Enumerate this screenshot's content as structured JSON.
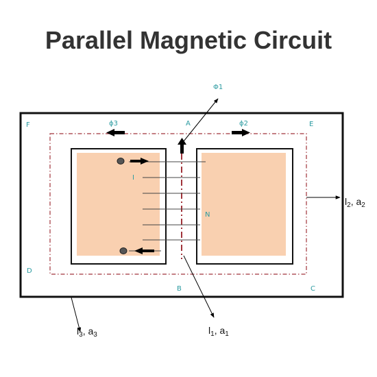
{
  "title": "Parallel Magnetic Circuit",
  "colors": {
    "frame": "#111111",
    "flux_path": "#a0333a",
    "window_fill": "#f9d0b0",
    "point_label": "#2a9aa0",
    "arrow": "#000000",
    "title": "#333333"
  },
  "points": {
    "A": "A",
    "B": "B",
    "C": "C",
    "D": "D",
    "E": "E",
    "F": "F"
  },
  "flux": {
    "phi1": "Φ1",
    "phi2": "ϕ2",
    "phi3": "ϕ3"
  },
  "coil": {
    "current": "I",
    "turns": "N",
    "turn_count": 6
  },
  "paths": {
    "p1": {
      "l": "l",
      "l_sub": "1",
      "sep": ", a",
      "a_sub": "1"
    },
    "p2": {
      "l": "l",
      "l_sub": "2",
      "sep": ", a",
      "a_sub": "2"
    },
    "p3": {
      "l": "l",
      "l_sub": "3",
      "sep": ", a",
      "a_sub": "3"
    }
  }
}
